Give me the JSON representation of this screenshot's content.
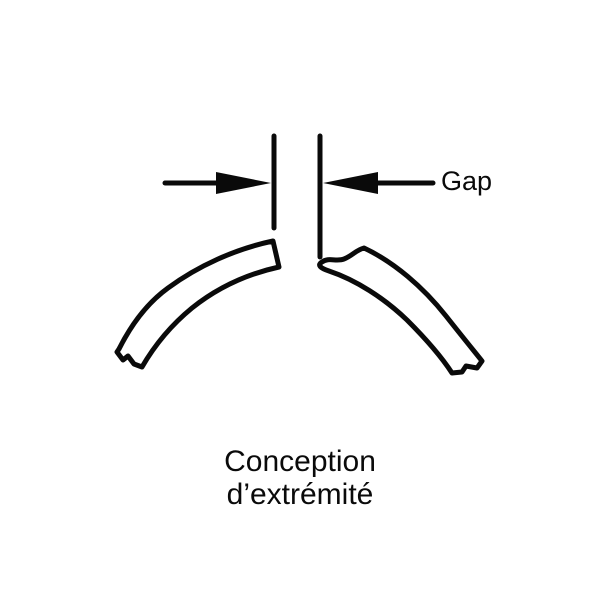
{
  "diagram": {
    "gap_label": "Gap",
    "caption_lines": [
      "Conception",
      "d’extrémité"
    ],
    "colors": {
      "ink": "#0a0a0a",
      "background": "#ffffff"
    }
  }
}
